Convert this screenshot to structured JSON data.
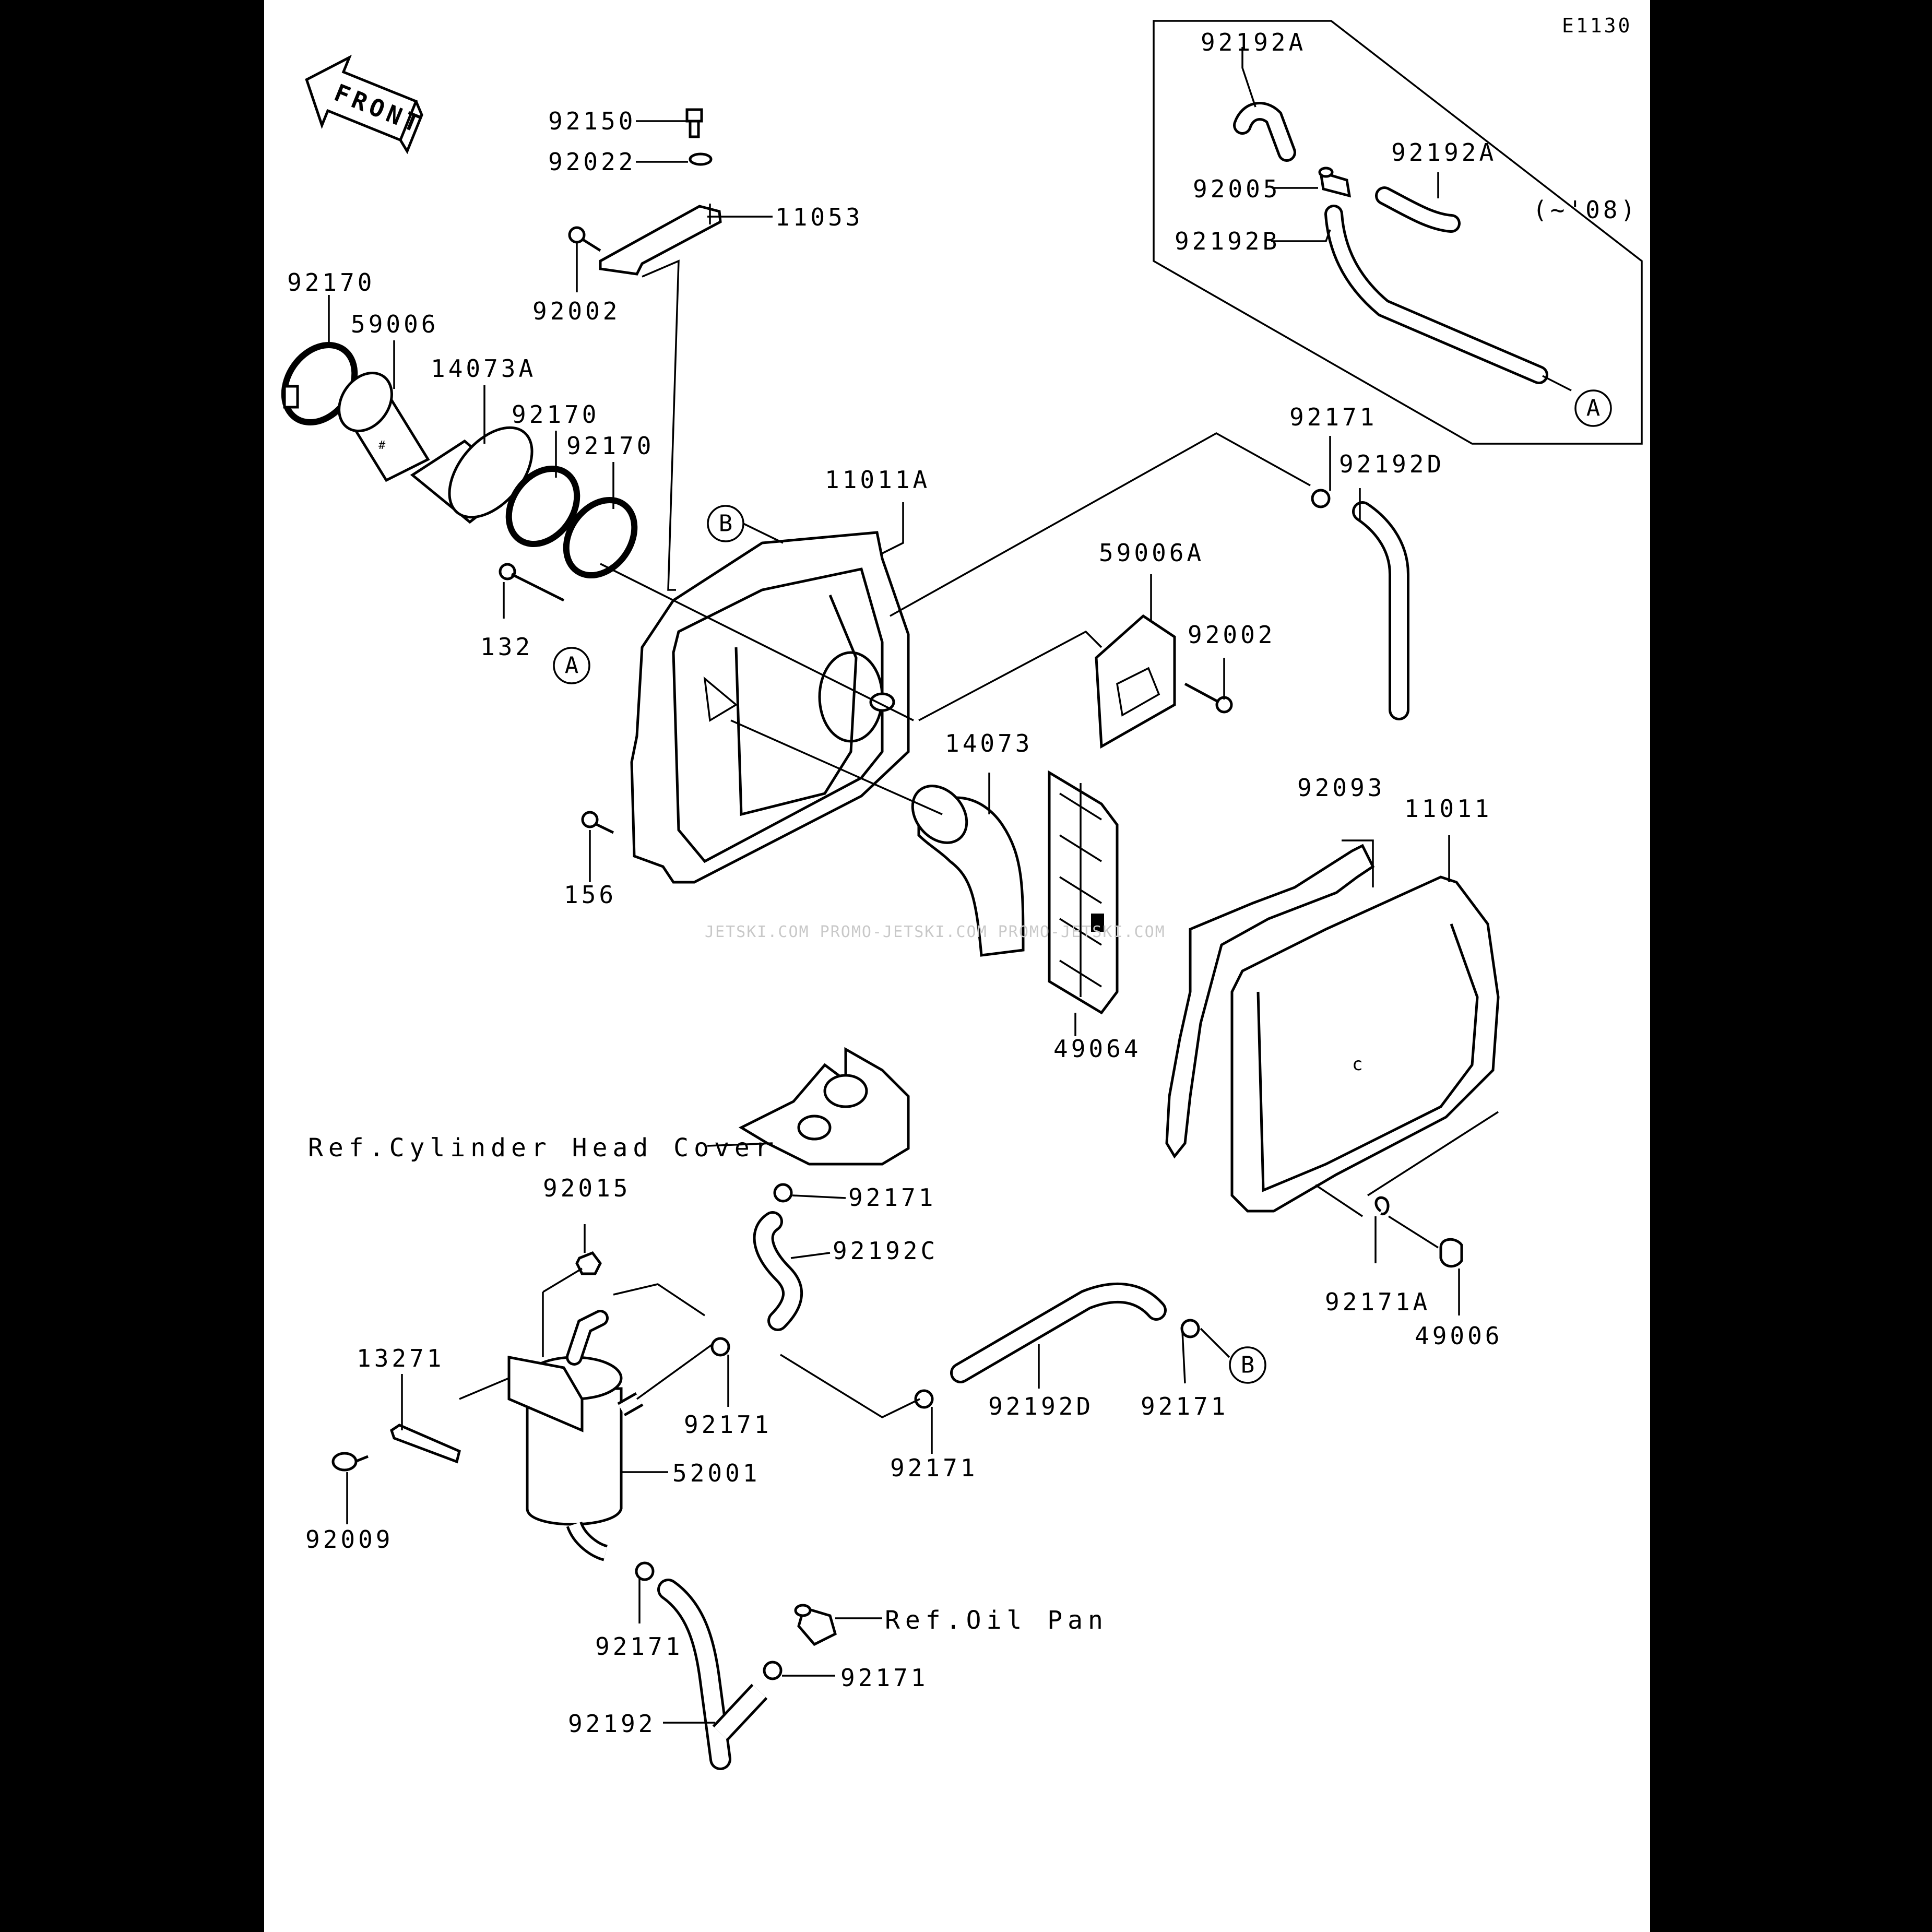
{
  "diagram_code": "E1130",
  "front_label": "FRONT",
  "inset_note": "(~'08)",
  "watermark": "JETSKI.COM  PROMO-JETSKI.COM  PROMO-JETSKI.COM",
  "callout_letters": {
    "a_top": "A",
    "a_side": "A",
    "b_top": "B",
    "b_bottom": "B"
  },
  "center_mark": "c",
  "labels": {
    "p92150": "92150",
    "p92022": "92022",
    "p11053": "11053",
    "p92002_top": "92002",
    "p92170_a": "92170",
    "p59006": "59006",
    "p14073A": "14073A",
    "p92170_b": "92170",
    "p92170_c": "92170",
    "p11011A": "11011A",
    "p132": "132",
    "p156": "156",
    "p14073": "14073",
    "p59006A": "59006A",
    "p92002_mid": "92002",
    "p92171_top": "92171",
    "p92192D_top": "92192D",
    "p92192A_a": "92192A",
    "p92192A_b": "92192A",
    "p92005": "92005",
    "p92192B": "92192B",
    "p92093": "92093",
    "p11011": "11011",
    "p49064": "49064",
    "ref_cyl_head": "Ref.Cylinder Head Cover",
    "p92171_c": "92171",
    "p92015": "92015",
    "p92192C": "92192C",
    "p13271": "13271",
    "p92171_d": "92171",
    "p92171_e": "92171",
    "p92192D_bot": "92192D",
    "p92171_f": "92171",
    "p92171A": "92171A",
    "p49006": "49006",
    "p52001": "52001",
    "p92009": "92009",
    "p92171_g": "92171",
    "ref_oil_pan": "Ref.Oil Pan",
    "p92171_h": "92171",
    "p92192": "92192"
  }
}
